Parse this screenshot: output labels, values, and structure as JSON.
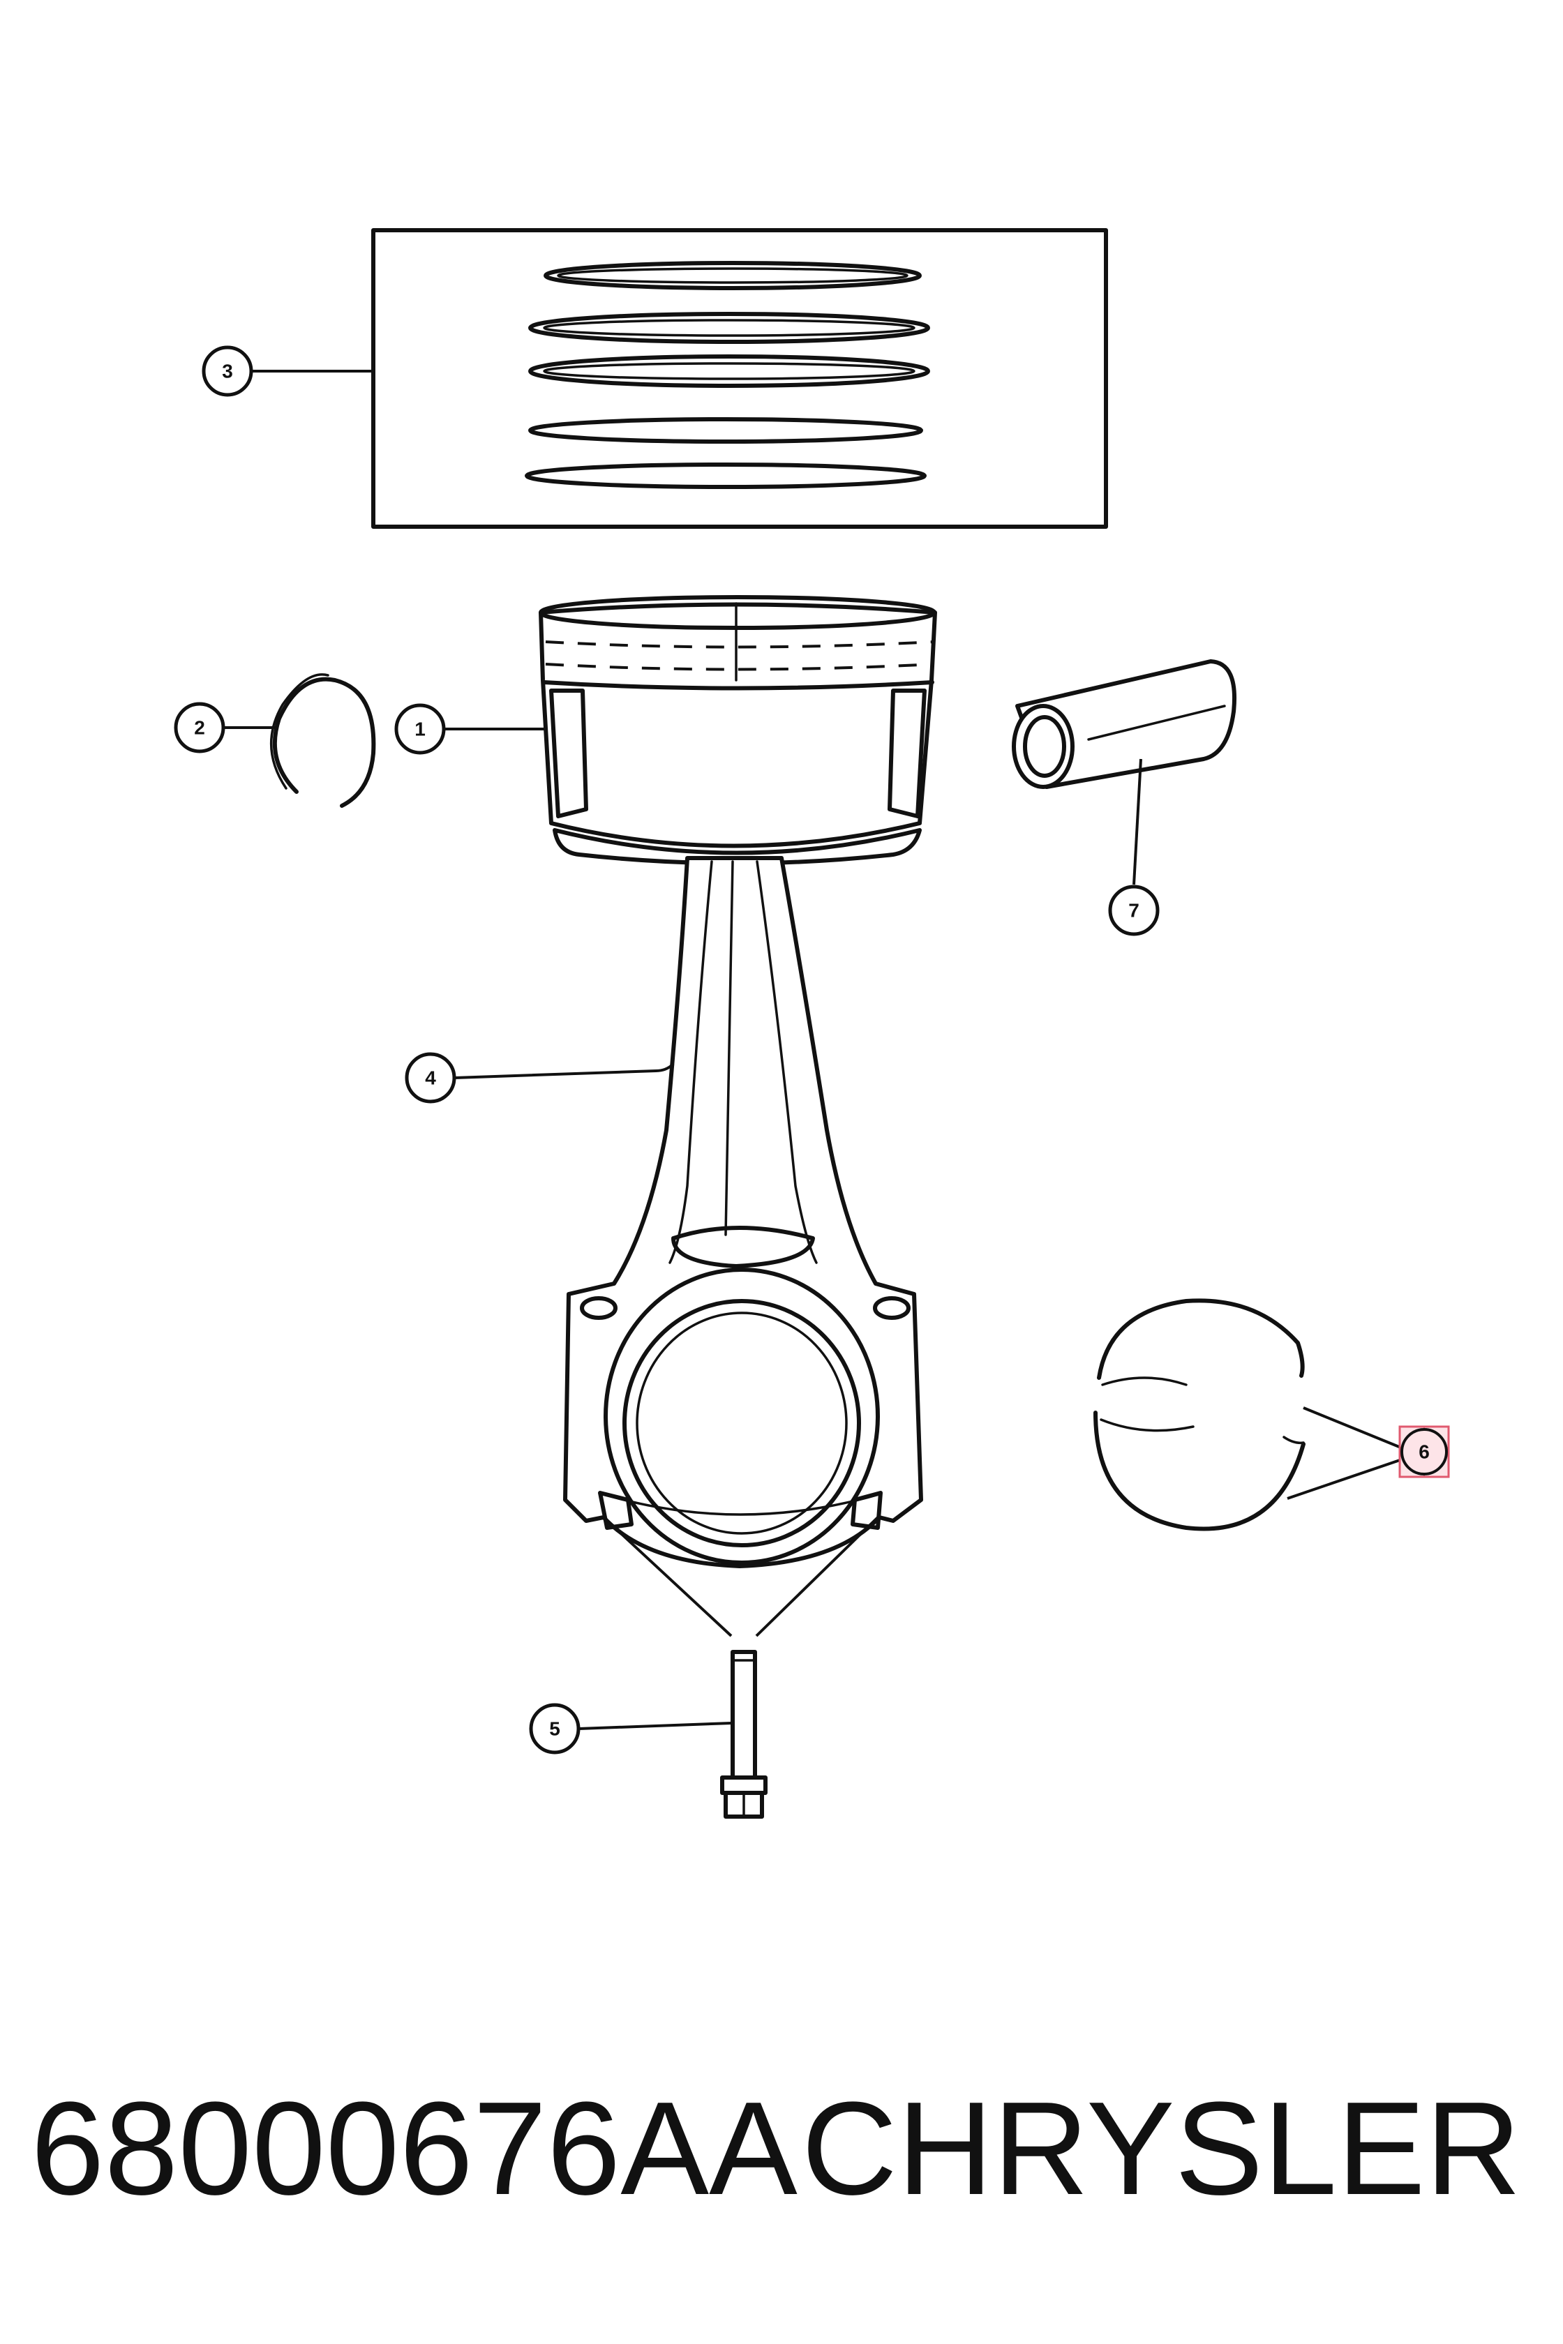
{
  "callouts": [
    {
      "id": "1"
    },
    {
      "id": "2"
    },
    {
      "id": "3"
    },
    {
      "id": "4"
    },
    {
      "id": "5"
    },
    {
      "id": "6",
      "highlighted": true
    },
    {
      "id": "7"
    }
  ],
  "footer": {
    "part_number": "68000676AA",
    "brand": "CHRYSLER"
  },
  "colors": {
    "line": "#111111",
    "background": "#ffffff",
    "highlight_fill": "#fde4e8",
    "highlight_stroke": "#e05a6f"
  }
}
